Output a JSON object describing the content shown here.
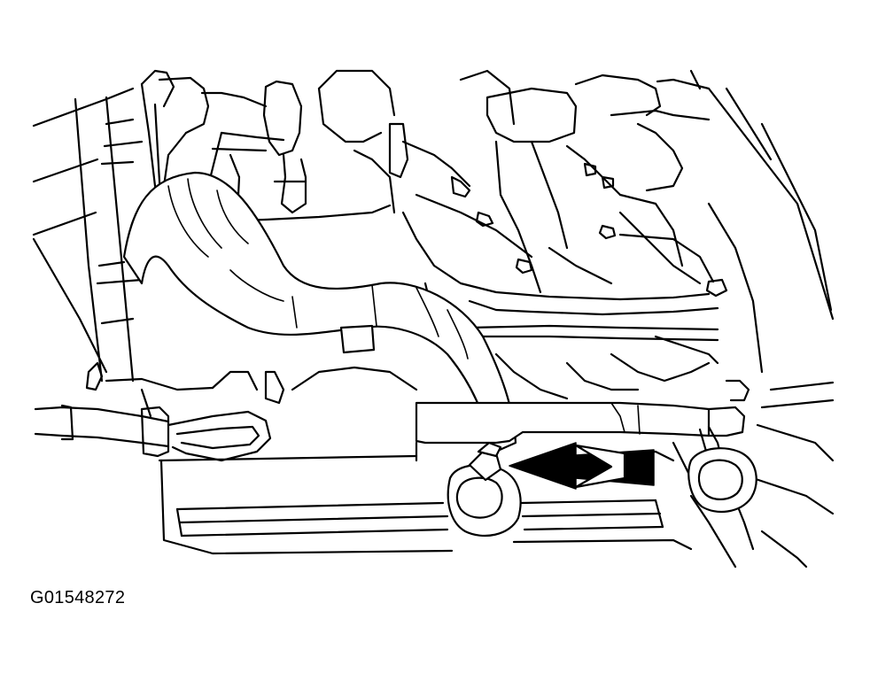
{
  "figure": {
    "id_label": "G01548272",
    "subject_icon": "engine-bay-line-drawing",
    "indicator_icon": "double-arrow-pointer",
    "line_color": "#000000",
    "background_color": "#ffffff"
  }
}
